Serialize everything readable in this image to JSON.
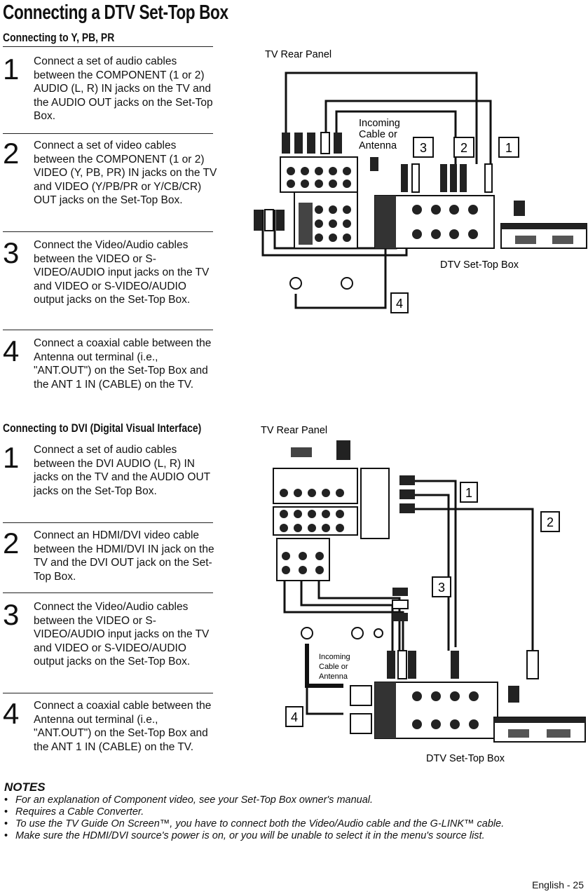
{
  "page": {
    "title": "Connecting a DTV Set-Top Box",
    "footer": "English - 25"
  },
  "section1": {
    "title": "Connecting to Y, PB, PR",
    "steps": [
      {
        "num": "1",
        "text": "Connect a set of audio cables between the COMPONENT (1 or 2) AUDIO (L, R) IN jacks on the TV and the AUDIO OUT jacks on the Set-Top Box."
      },
      {
        "num": "2",
        "text": "Connect a set of video cables between the COMPONENT (1 or 2) VIDEO (Y, PB, PR) IN jacks on the TV and VIDEO (Y/PB/PR or Y/CB/CR) OUT jacks on the Set-Top Box."
      },
      {
        "num": "3",
        "text": "Connect the Video/Audio cables between the VIDEO or S-VIDEO/AUDIO input jacks on the TV and VIDEO or S-VIDEO/AUDIO output jacks on the Set-Top Box."
      },
      {
        "num": "4",
        "text": "Connect a coaxial cable between the Antenna out terminal (i.e., \"ANT.OUT\") on the Set-Top Box and the ANT 1 IN (CABLE) on the TV."
      }
    ],
    "diagram": {
      "tv_label": "TV Rear Panel",
      "incoming_label": [
        "Incoming",
        "Cable or",
        "Antenna"
      ],
      "stb_label": "DTV Set-Top Box",
      "callouts": [
        "3",
        "2",
        "1",
        "4"
      ]
    }
  },
  "section2": {
    "title": "Connecting to DVI (Digital Visual Interface)",
    "steps": [
      {
        "num": "1",
        "text": "Connect a set of audio cables between the DVI AUDIO (L, R) IN jacks on the TV and the AUDIO OUT jacks on the Set-Top Box."
      },
      {
        "num": "2",
        "text": "Connect an HDMI/DVI video cable between the HDMI/DVI IN jack on the TV and the DVI OUT jack on the Set-Top Box."
      },
      {
        "num": "3",
        "text": "Connect the Video/Audio cables between the VIDEO or S-VIDEO/AUDIO input jacks on the TV and VIDEO or S-VIDEO/AUDIO output jacks on the Set-Top Box."
      },
      {
        "num": "4",
        "text": "Connect a coaxial cable between the Antenna out terminal (i.e., \"ANT.OUT\") on the Set-Top Box and the ANT 1 IN (CABLE) on the TV."
      }
    ],
    "diagram": {
      "tv_label": "TV Rear Panel",
      "incoming_label": [
        "Incoming",
        "Cable or",
        "Antenna"
      ],
      "stb_label": "DTV Set-Top Box",
      "callouts": [
        "1",
        "2",
        "3",
        "4"
      ]
    }
  },
  "notes": {
    "title": "NOTES",
    "items": [
      "For an explanation of Component video, see your Set-Top Box owner's manual.",
      "Requires a Cable Converter.",
      "To use the TV Guide On Screen™, you have to connect both the Video/Audio cable and the G-LINK™ cable.",
      "Make sure the HDMI/DVI source's power is on, or you will be unable to select it in the menu's source list."
    ]
  }
}
